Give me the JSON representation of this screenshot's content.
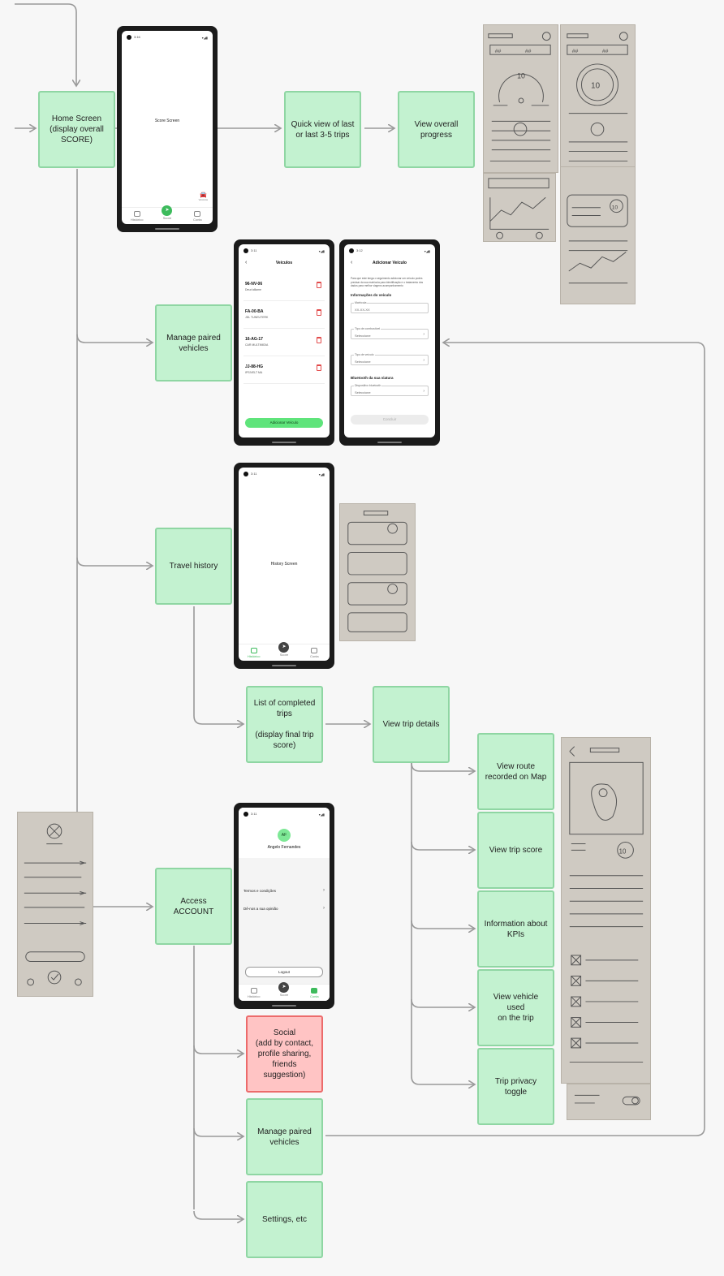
{
  "nodes": {
    "home_screen": "Home Screen\n(display overall\nSCORE)",
    "quick_view": "Quick view of last\nor last 3-5 trips",
    "view_progress": "View overall\nprogress",
    "manage_vehicles_1": "Manage paired\nvehicles",
    "travel_history": "Travel history",
    "completed_trips": "List of completed\ntrips\n\n(display final trip\nscore)",
    "view_trip_details": "View trip details",
    "view_route": "View route\nrecorded on Map",
    "view_trip_score": "View trip score",
    "kpi_info": "Information about\nKPIs",
    "vehicle_used": "View vehicle used\non the trip",
    "privacy_toggle": "Trip privacy toggle",
    "access_account": "Access ACCOUNT",
    "social": "Social\n(add by contact,\nprofile sharing,\nfriends\nsuggestion)",
    "manage_vehicles_2": "Manage paired\nvehicles",
    "settings": "Settings, etc"
  },
  "phones": {
    "score": {
      "time": "3:16",
      "label": "Score Screen",
      "nav": [
        "Histórico",
        "Score",
        "Conta"
      ],
      "car_label": "Veículos"
    },
    "vehicles": {
      "time": "3:11",
      "title": "Veículos",
      "rows": [
        {
          "plate": "96-NV-06",
          "name": "Deux'aillame"
        },
        {
          "plate": "FA-00-BA",
          "name": "JDL TUNEUTERK"
        },
        {
          "plate": "16-AG-17",
          "name": "CAR MULTIMIDIA"
        },
        {
          "plate": "JJ-88-HG",
          "name": "IPSIVELT MA"
        }
      ],
      "button": "Adicionar Veículo"
    },
    "add_vehicle": {
      "time": "3:12",
      "title": "Adicionar Veículo",
      "intro": "Para que este tenga o seguimento adicionar um veículo podes precisar da sua matrícula para identificação e o tratamento dos dados para melhor viagens acompanhamento",
      "section_info": "Informações do veículo",
      "plate_label": "Matrícula",
      "plate_placeholder": "XX-XX-XX",
      "fuel_label": "Tipo de combustível",
      "fuel_value": "Seleccione",
      "type_label": "Tipo de veículo",
      "type_value": "Seleccione",
      "section_bt": "Bluetooth da sua viatura",
      "bt_label": "Dispositivo bluetooth",
      "bt_value": "Seleccione",
      "button": "Concluir"
    },
    "history": {
      "time": "3:11",
      "label": "History Screen",
      "nav": [
        "Histórico",
        "Score",
        "Conta"
      ]
    },
    "account": {
      "time": "3:11",
      "initials": "AF",
      "name": "Angelo Fernandes",
      "menu": [
        "Termos e condições",
        "Dê-nos a sua opinião"
      ],
      "logout": "Logout",
      "nav": [
        "Histórico",
        "Score",
        "Conta"
      ]
    }
  },
  "sketches": {
    "score_values": [
      "10",
      "10",
      "10"
    ],
    "detail_score": "10"
  },
  "colors": {
    "node_fill": "#c3f2d0",
    "node_border": "#8fd6a3",
    "social_fill": "#ffc4c4",
    "social_border": "#ec6b6b",
    "connector": "#9a9a9a"
  }
}
